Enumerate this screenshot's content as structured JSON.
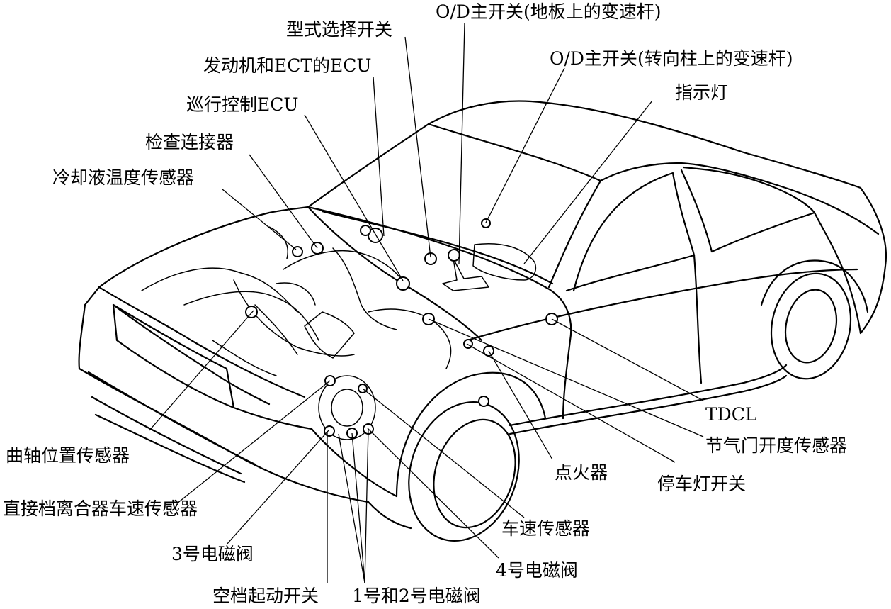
{
  "diagram": {
    "labels": {
      "od_main_switch_floor": "O/D主开关(地板上的变速杆)",
      "mode_select_switch": "型式选择开关",
      "od_main_switch_column": "O/D主开关(转向柱上的变速杆)",
      "engine_ect_ecu": "发动机和ECT的ECU",
      "indicator_light": "指示灯",
      "cruise_control_ecu": "巡行控制ECU",
      "check_connector": "检查连接器",
      "coolant_temp_sensor": "冷却液温度传感器",
      "crank_position_sensor": "曲轴位置传感器",
      "direct_clutch_speed_sensor": "直接档离合器车速传感器",
      "solenoid_3": "3号电磁阀",
      "neutral_start_switch": "空档起动开关",
      "solenoid_1_2": "1号和2号电磁阀",
      "solenoid_4": "4号电磁阀",
      "vehicle_speed_sensor": "车速传感器",
      "igniter": "点火器",
      "stop_light_switch": "停车灯开关",
      "throttle_sensor": "节气门开度传感器",
      "tdcl": "TDCL"
    }
  }
}
